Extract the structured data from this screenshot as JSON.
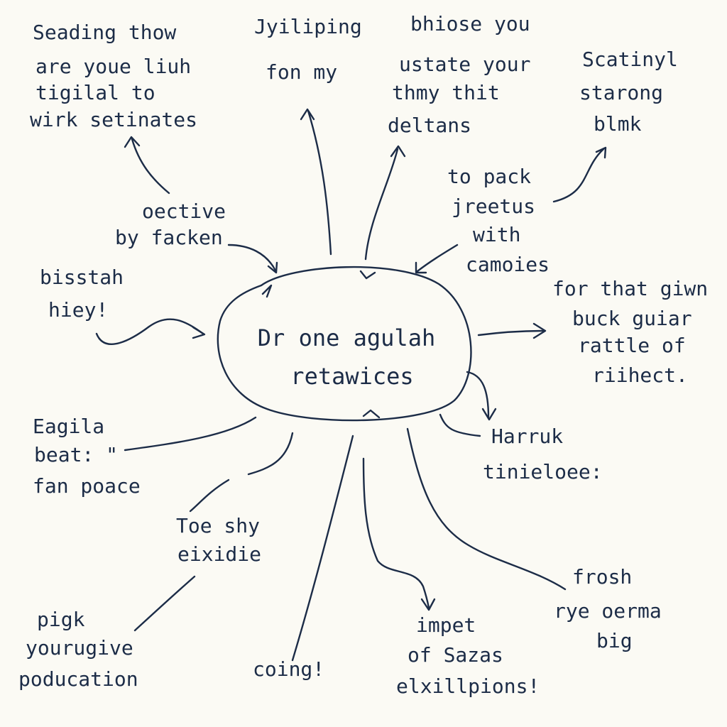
{
  "center": {
    "lines": [
      "Dr one agulah",
      "retawices"
    ]
  },
  "nodes": [
    {
      "id": "top-left",
      "lines": [
        "Seading thow",
        "are youe liuh",
        "tigilal to",
        "wirk setinates"
      ]
    },
    {
      "id": "top-center-left",
      "lines": [
        "Jyiliping",
        "fon my"
      ]
    },
    {
      "id": "top-center-right",
      "lines": [
        "bhiose you",
        "ustate your",
        "thmy thit",
        "deltans"
      ]
    },
    {
      "id": "top-right",
      "lines": [
        "Scatinyl",
        "starong",
        "blmk"
      ]
    },
    {
      "id": "mid-upper-left",
      "lines": [
        "oective",
        "by facken"
      ]
    },
    {
      "id": "mid-upper-right",
      "lines": [
        "to pack",
        "jreetus",
        "with",
        "camoies"
      ]
    },
    {
      "id": "left",
      "lines": [
        "bisstah",
        "hiey!"
      ]
    },
    {
      "id": "right",
      "lines": [
        "for that giwn",
        "buck guiar",
        "rattle of",
        "riihect."
      ]
    },
    {
      "id": "lower-left",
      "lines": [
        "Eagila",
        "beat: \"",
        "fan poace"
      ]
    },
    {
      "id": "lower-right",
      "lines": [
        "Harruk",
        "tinieloee:"
      ]
    },
    {
      "id": "lower-mid-left",
      "lines": [
        "Toe shy",
        "eixidie"
      ]
    },
    {
      "id": "bottom-left",
      "lines": [
        "pigk",
        "yourugive",
        "poducation"
      ]
    },
    {
      "id": "bottom-center-left",
      "lines": [
        "coing!"
      ]
    },
    {
      "id": "bottom-center",
      "lines": [
        "impet",
        "of Sazas",
        "elxillpions!"
      ]
    },
    {
      "id": "bottom-right",
      "lines": [
        "frosh",
        "rye oerma",
        "big"
      ]
    }
  ]
}
